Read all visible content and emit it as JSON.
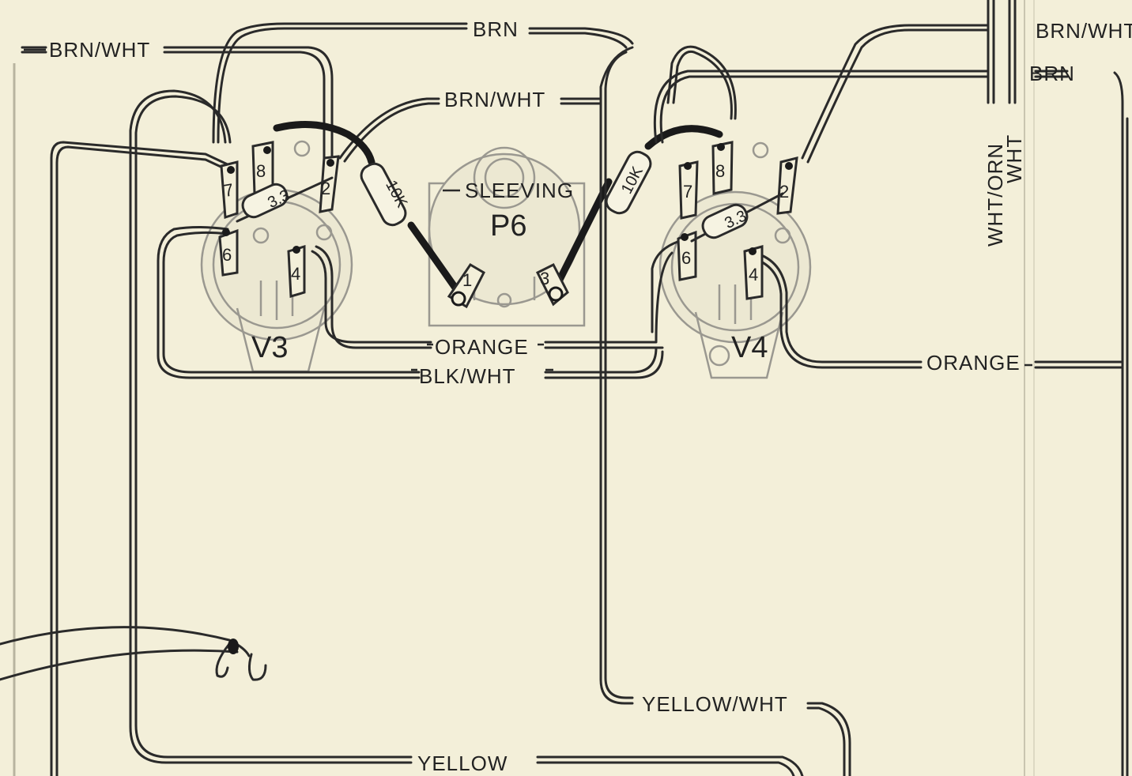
{
  "wire_labels": {
    "brn_wht_left": "BRN/WHT",
    "brn_top": "BRN",
    "brn_wht_mid": "BRN/WHT",
    "brn_wht_right": "BRN/WHT",
    "brn_right": "BRN",
    "sleeving": "SLEEVING",
    "orange_mid": "ORANGE",
    "blk_wht": "BLK/WHT",
    "orange_right": "ORANGE",
    "yellow_wht": "YELLOW/WHT",
    "yellow": "YELLOW",
    "wht_orn": "WHT/ORN",
    "wht": "WHT"
  },
  "components": {
    "v3": "V3",
    "v4": "V4",
    "p6": "P6",
    "res_10k_left": "10K",
    "res_10k_right": "10K",
    "res_33_left": "3.3",
    "res_33_right": "3.3"
  },
  "pins": {
    "v3": [
      "7",
      "8",
      "2",
      "6",
      "4"
    ],
    "v4": [
      "7",
      "8",
      "2",
      "6",
      "4"
    ],
    "p6": [
      "1",
      "3"
    ]
  }
}
